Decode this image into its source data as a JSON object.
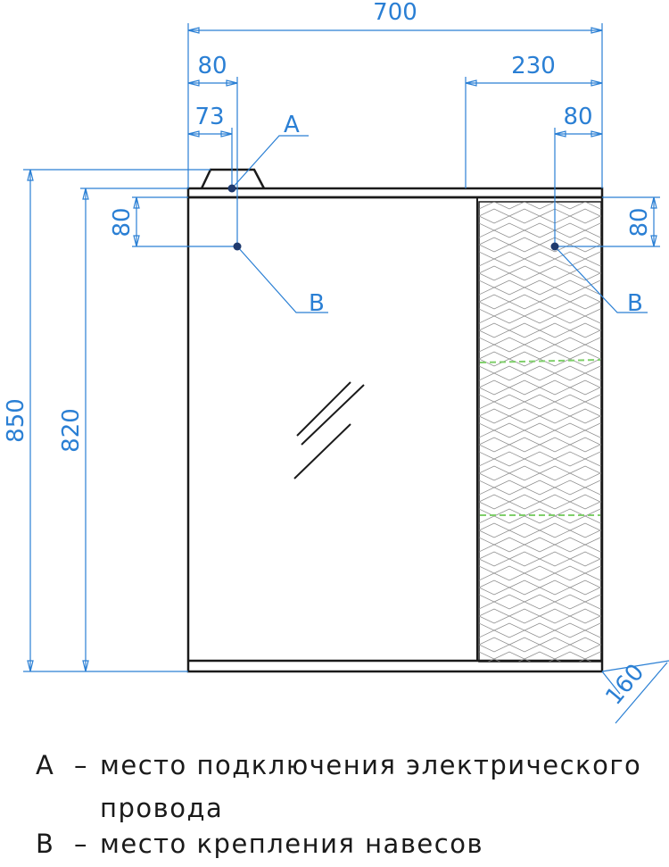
{
  "dimensions": {
    "width_total": "700",
    "left_80": "80",
    "left_73": "73",
    "right_230": "230",
    "right_80": "80",
    "height_850": "850",
    "height_820": "820",
    "left_vertical_80": "80",
    "right_vertical_80": "80",
    "depth_160": "160"
  },
  "markers": {
    "a": "A",
    "b_left": "B",
    "b_right": "B"
  },
  "legend": {
    "a_key": "A",
    "a_dash": "–",
    "a_text_line1": "место подключения электрического",
    "a_text_line2": "провода",
    "b_key": "B",
    "b_dash": "–",
    "b_text": "место крепления навесов"
  },
  "colors": {
    "dimension": "#2a7fd4",
    "outline": "#1a1a1a",
    "shelf_line": "#7fcf6a",
    "point": "#1f3a6e"
  }
}
